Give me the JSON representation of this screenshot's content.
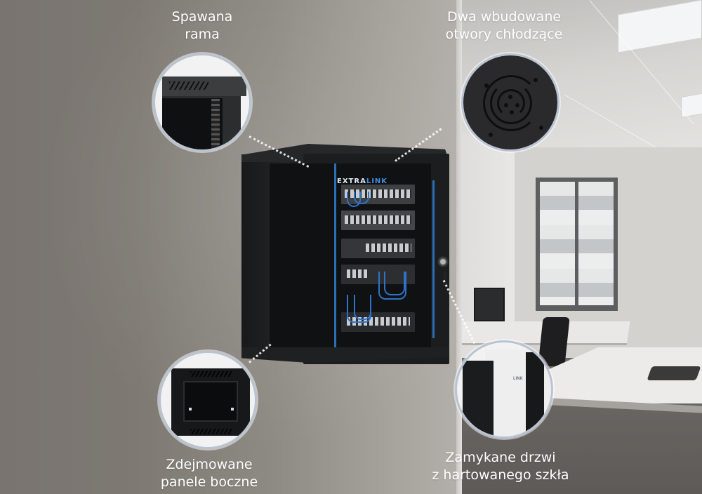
{
  "product": {
    "brand_logo": {
      "prefix": "E",
      "mid": "XTRA",
      "suffix": "LINK"
    },
    "accent_color": "#2a6fb4",
    "wall_color": "#7c766f",
    "label_color": "#ffffff"
  },
  "callouts": [
    {
      "id": "welded-frame",
      "lines": [
        "Spawana",
        "rama"
      ],
      "icon": "cabinet-frame-closeup"
    },
    {
      "id": "cooling-vents",
      "lines": [
        "Dwa wbudowane",
        "otwory chłodzące"
      ],
      "icon": "fan-vent-closeup"
    },
    {
      "id": "removable-side-panels",
      "lines": [
        "Zdejmowane",
        "panele boczne"
      ],
      "icon": "cabinet-interior-closeup"
    },
    {
      "id": "tempered-glass-door",
      "lines": [
        "Zamykane drzwi",
        "z hartowanego szkła"
      ],
      "icon": "glass-door-closeup"
    }
  ]
}
